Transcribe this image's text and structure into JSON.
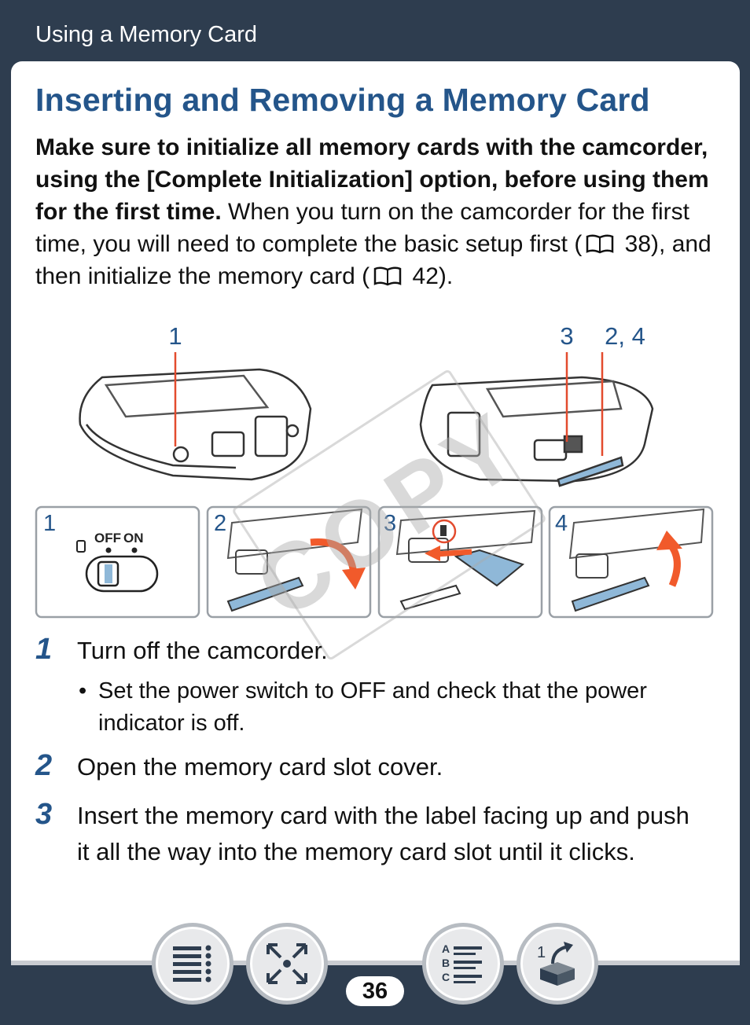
{
  "header": {
    "title": "Using a Memory Card"
  },
  "section": {
    "title": "Inserting and Removing a Memory Card"
  },
  "intro": {
    "bold": "Make sure to initialize all memory cards with the camcorder, using the [Complete Initialization] option, before using them for the first time.",
    "text_a": " When you turn on the camcorder for the first time, you will need to complete the basic setup first (",
    "ref_a": " 38), and then initialize the memory card (",
    "ref_b": " 42)."
  },
  "figure": {
    "label_left": "1",
    "label_right_a": "3",
    "label_right_b": "2, 4",
    "panels": [
      {
        "num": "1",
        "switch_off": "OFF",
        "switch_on": "ON"
      },
      {
        "num": "2"
      },
      {
        "num": "3"
      },
      {
        "num": "4"
      }
    ],
    "watermark": "COPY"
  },
  "steps": [
    {
      "num": "1",
      "text": "Turn off the camcorder.",
      "bullet": "Set the power switch to OFF and check that the power indicator is off."
    },
    {
      "num": "2",
      "text": "Open the memory card slot cover."
    },
    {
      "num": "3",
      "text": "Insert the memory card with the label facing up and push it all the way into the memory card slot until it clicks."
    }
  ],
  "footer": {
    "page_number": "36",
    "bullet_char": "•"
  },
  "colors": {
    "accent": "#24558a",
    "arrow": "#f15a2b",
    "card": "#8fb8d8",
    "frame": "#2e3d4f"
  }
}
